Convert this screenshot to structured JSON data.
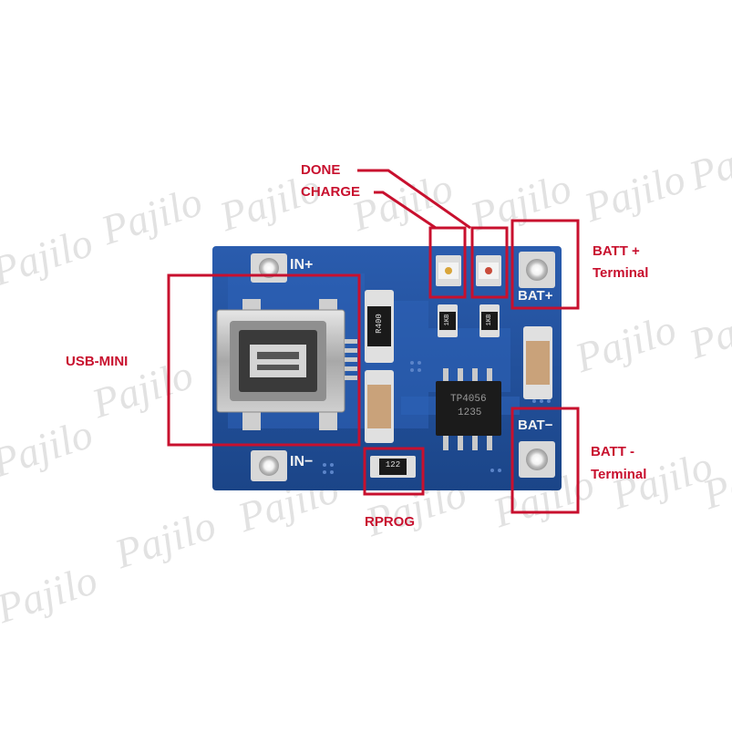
{
  "colors": {
    "pcb": "#1f4f9a",
    "annotation": "#c8102e",
    "pad": "#d9d9d9",
    "chip": "#1b1b1b",
    "connector": "#bfbfbf"
  },
  "silkscreen": {
    "in_plus": "IN+",
    "in_minus": "IN−",
    "bat_plus": "BAT+",
    "bat_minus": "BAT−",
    "chip_line1": "TP4056",
    "chip_line2": "1235",
    "resistor_top": "R400",
    "led_resistor_1": "1KB",
    "led_resistor_2": "1KB",
    "rprog_value": "122"
  },
  "labels": {
    "done": "DONE",
    "charge": "CHARGE",
    "usb_mini": "USB-MINI",
    "batt_plus_1": "BATT +",
    "batt_plus_2": "Terminal",
    "batt_minus_1": "BATT -",
    "batt_minus_2": "Terminal",
    "rprog": "RPROG"
  },
  "watermark": "Pajilo"
}
